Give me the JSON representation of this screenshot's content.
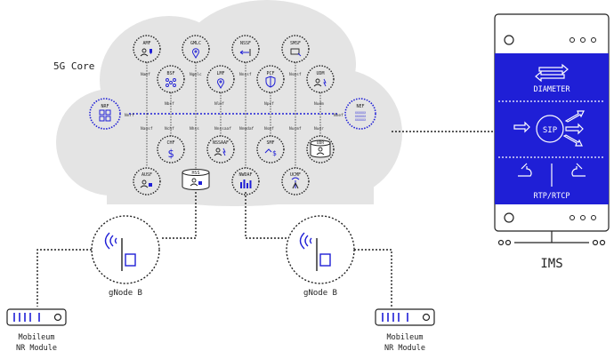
{
  "core": {
    "title": "5G Core",
    "nfs": {
      "amf": "AMF",
      "gmlc": "GMLC",
      "nssf": "NSSF",
      "smsf": "SMSF",
      "bsf": "BSF",
      "lmf": "LMF",
      "pcf": "PCF",
      "udm": "UDM",
      "nrf": "NRF",
      "nef": "NEF",
      "nef_sub": [
        "XXXXXX",
        "XXXXXX",
        "XXXXXX"
      ],
      "chf": "CHF",
      "nssaaf": "NSSAAF",
      "smf": "SMF",
      "udr": "UDR",
      "ausf": "AUSF",
      "hss": "HSS",
      "nwdaf": "NWDAF",
      "ucmf": "UCMF"
    },
    "interfaces_top": [
      "Namf",
      "Ngmlc",
      "Nnssf",
      "Nsmsf"
    ],
    "interfaces_mid": [
      "Nbsf",
      "Nlmf",
      "Npcf",
      "Nudm"
    ],
    "nrf_if": "Nnrf",
    "nef_if": "Nnef",
    "interfaces_low": [
      "Nausf",
      "Nchf",
      "Nhss",
      "Nnssaaf",
      "Nsmf",
      "Nudr"
    ],
    "interfaces_bot": [
      "Nnwdaf",
      "Nucmf"
    ]
  },
  "ims": {
    "label": "IMS",
    "diameter": "DIAMETER",
    "sip": "SIP",
    "rtp": "RTP/RTCP"
  },
  "gnb": {
    "left": "gNode B",
    "right": "gNode B"
  },
  "module": {
    "left_line1": "Mobileum",
    "left_line2": "NR Module",
    "right_line1": "Mobileum",
    "right_line2": "NR Module"
  },
  "colors": {
    "accent": "#1f1fd6",
    "cloud": "#e4e4e4",
    "ink": "#222222"
  }
}
